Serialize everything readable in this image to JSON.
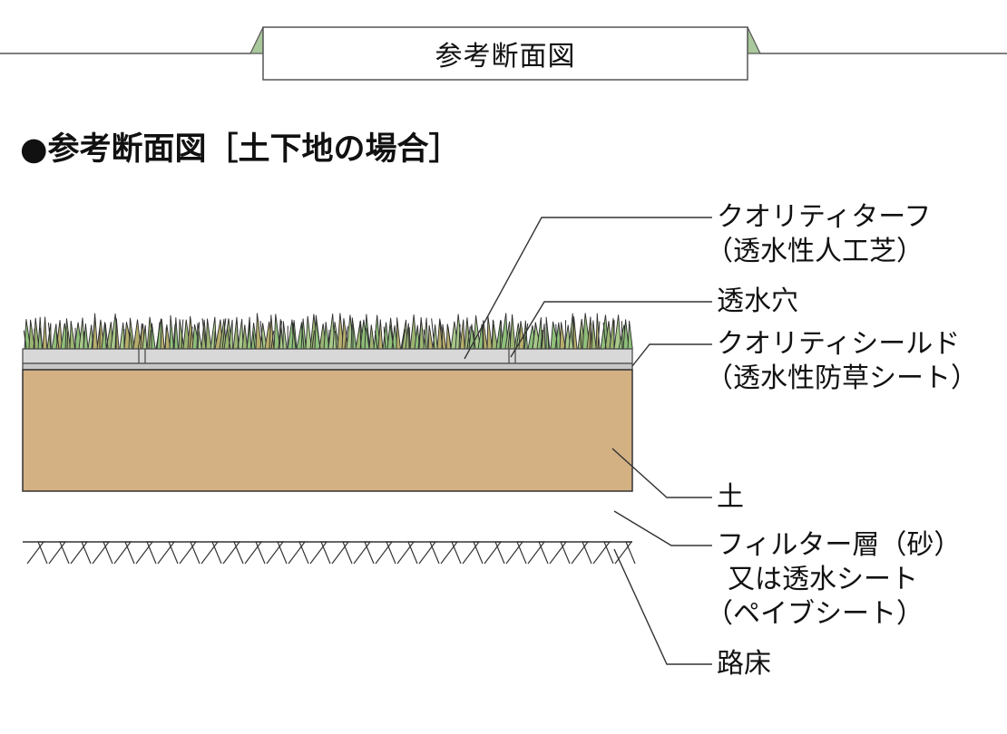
{
  "header": {
    "title": "参考断面図"
  },
  "section": {
    "heading": "●参考断面図［土下地の場合］"
  },
  "labels": {
    "quality_turf": "クオリティターフ",
    "quality_turf_desc": "（透水性人工芝）",
    "drain_holes": "透水穴",
    "quality_shield": "クオリティシールド",
    "quality_shield_desc": "（透水性防草シート）",
    "soil": "土",
    "filter_layer": "フィルター層（砂）",
    "filter_alt": "又は透水シート",
    "filter_alt_desc": "（ペイブシート）",
    "subgrade": "路床"
  },
  "colors": {
    "soil": "#d3b183",
    "sheet": "#d8d8d8",
    "grass_green": "#8fbf7a",
    "grass_olive": "#b6ae6c",
    "header_tab": "#a9c89b",
    "line": "#333333"
  }
}
